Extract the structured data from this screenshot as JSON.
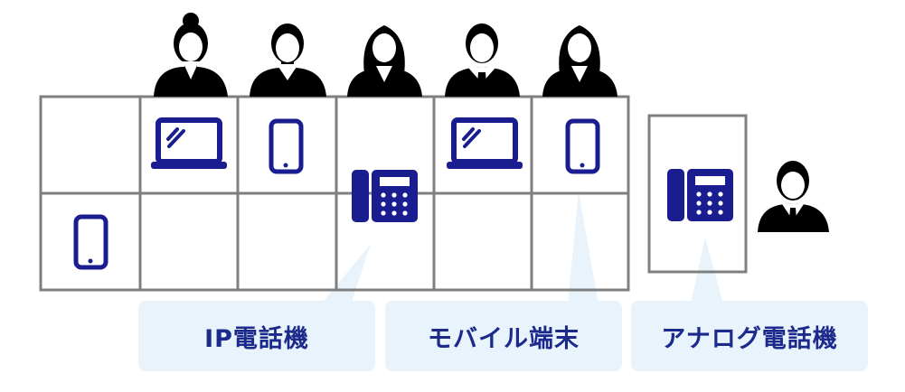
{
  "labels": {
    "ip_phone": "IP電話機",
    "mobile": "モバイル端末",
    "analog_phone": "アナログ電話機"
  },
  "colors": {
    "device_blue": "#1a1d8f",
    "label_text": "#1c2a8c",
    "label_bg": "#e8f3fb",
    "grid_line": "#7f7f7f",
    "person": "#000000"
  },
  "icons": {
    "people": [
      "woman-bun-icon",
      "man-icon",
      "woman-longhair-icon",
      "man-tie-icon",
      "woman-longhair-icon"
    ],
    "devices": [
      "laptop-icon",
      "smartphone-icon",
      "ip-desk-phone-icon",
      "laptop-icon",
      "smartphone-icon",
      "smartphone-icon",
      "analog-desk-phone-icon"
    ],
    "side_person": "man-suit-icon"
  }
}
